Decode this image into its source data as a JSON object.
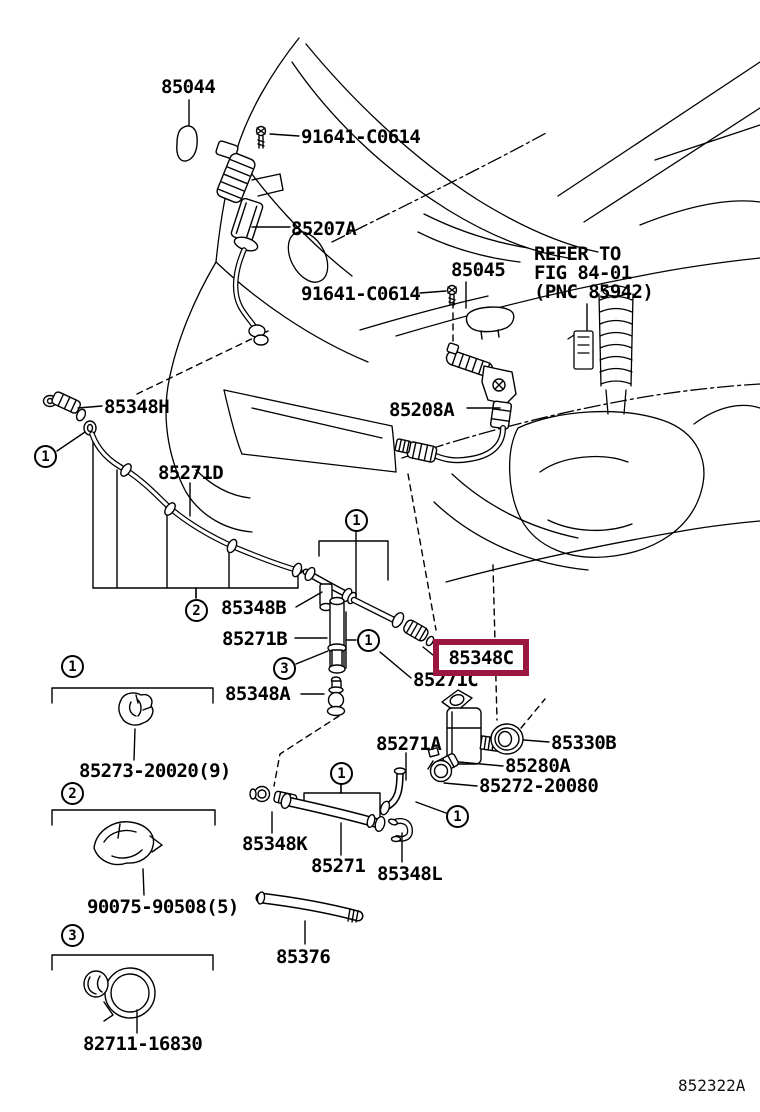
{
  "diagram": {
    "figure_code": "852322A",
    "highlight_color": "#9B1740",
    "highlighted_part": "85348C",
    "note": {
      "line1": "REFER TO",
      "line2": "FIG 84-01",
      "line3": "(PNC 85942)"
    },
    "callouts": {
      "n1": "1",
      "n2": "2",
      "n3": "3"
    },
    "parts": {
      "p85044": "85044",
      "p91641_top": "91641-C0614",
      "p85207A": "85207A",
      "p85045": "85045",
      "p91641_mid": "91641-C0614",
      "p85348H": "85348H",
      "p85271D": "85271D",
      "p85208A": "85208A",
      "p85348B": "85348B",
      "p85271B": "85271B",
      "p85348A": "85348A",
      "p85348C": "85348C",
      "p85271C": "85271C",
      "p85271A": "85271A",
      "p85330B": "85330B",
      "p85280A": "85280A",
      "p85272_20080": "85272-20080",
      "p85348K": "85348K",
      "p85271": "85271",
      "p85348L": "85348L",
      "p85273_20020": "85273-20020(9)",
      "p90075_90508": "90075-90508(5)",
      "p82711_16830": "82711-16830",
      "p85376": "85376"
    }
  }
}
